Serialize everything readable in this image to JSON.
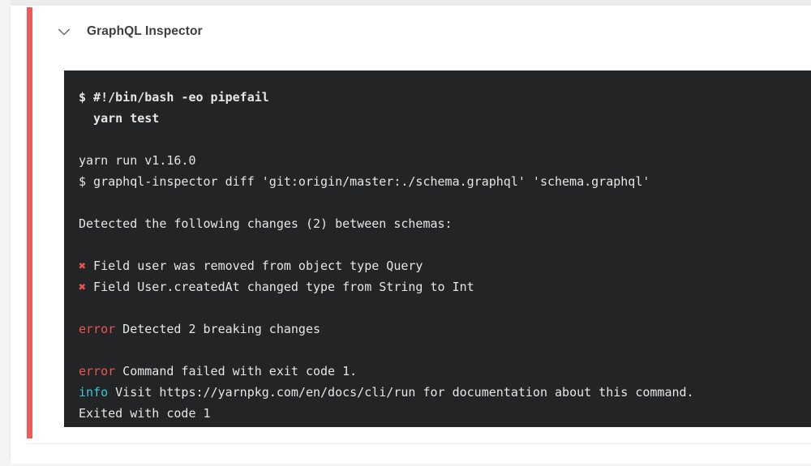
{
  "colors": {
    "page_background": "#f4f4f5",
    "card_background": "#ffffff",
    "status_bar": "#ef5a5a",
    "terminal_background": "#222426",
    "terminal_text": "#e8e6e3",
    "error": "#ef5350",
    "info": "#3ec9d6",
    "title_text": "#3c4043"
  },
  "job": {
    "title": "GraphQL Inspector",
    "collapse_icon": "chevron-down-icon",
    "status": "failed"
  },
  "terminal": {
    "lines": [
      {
        "type": "command",
        "bold": true,
        "segments": [
          {
            "class": "plain",
            "text": "$ #!/bin/bash -eo pipefail"
          }
        ]
      },
      {
        "type": "command",
        "bold": true,
        "segments": [
          {
            "class": "plain",
            "text": "  yarn test"
          }
        ]
      },
      {
        "type": "blank",
        "segments": []
      },
      {
        "type": "output",
        "segments": [
          {
            "class": "plain",
            "text": "yarn run v1.16.0"
          }
        ]
      },
      {
        "type": "output",
        "segments": [
          {
            "class": "plain",
            "text": "$ graphql-inspector diff 'git:origin/master:./schema.graphql' 'schema.graphql'"
          }
        ]
      },
      {
        "type": "blank",
        "segments": []
      },
      {
        "type": "output",
        "segments": [
          {
            "class": "plain",
            "text": "Detected the following changes (2) between schemas:"
          }
        ]
      },
      {
        "type": "blank",
        "segments": []
      },
      {
        "type": "output",
        "segments": [
          {
            "class": "x",
            "text": "✖"
          },
          {
            "class": "plain",
            "text": " Field user was removed from object type Query"
          }
        ]
      },
      {
        "type": "output",
        "segments": [
          {
            "class": "x",
            "text": "✖"
          },
          {
            "class": "plain",
            "text": " Field User.createdAt changed type from String to Int"
          }
        ]
      },
      {
        "type": "blank",
        "segments": []
      },
      {
        "type": "output",
        "segments": [
          {
            "class": "err",
            "text": "error"
          },
          {
            "class": "plain",
            "text": " Detected 2 breaking changes"
          }
        ]
      },
      {
        "type": "blank",
        "segments": []
      },
      {
        "type": "output",
        "segments": [
          {
            "class": "err",
            "text": "error"
          },
          {
            "class": "plain",
            "text": " Command failed with exit code 1."
          }
        ]
      },
      {
        "type": "output",
        "segments": [
          {
            "class": "info",
            "text": "info"
          },
          {
            "class": "plain",
            "text": " Visit https://yarnpkg.com/en/docs/cli/run for documentation about this command."
          }
        ]
      },
      {
        "type": "output",
        "segments": [
          {
            "class": "plain",
            "text": "Exited with code 1"
          }
        ]
      }
    ]
  }
}
